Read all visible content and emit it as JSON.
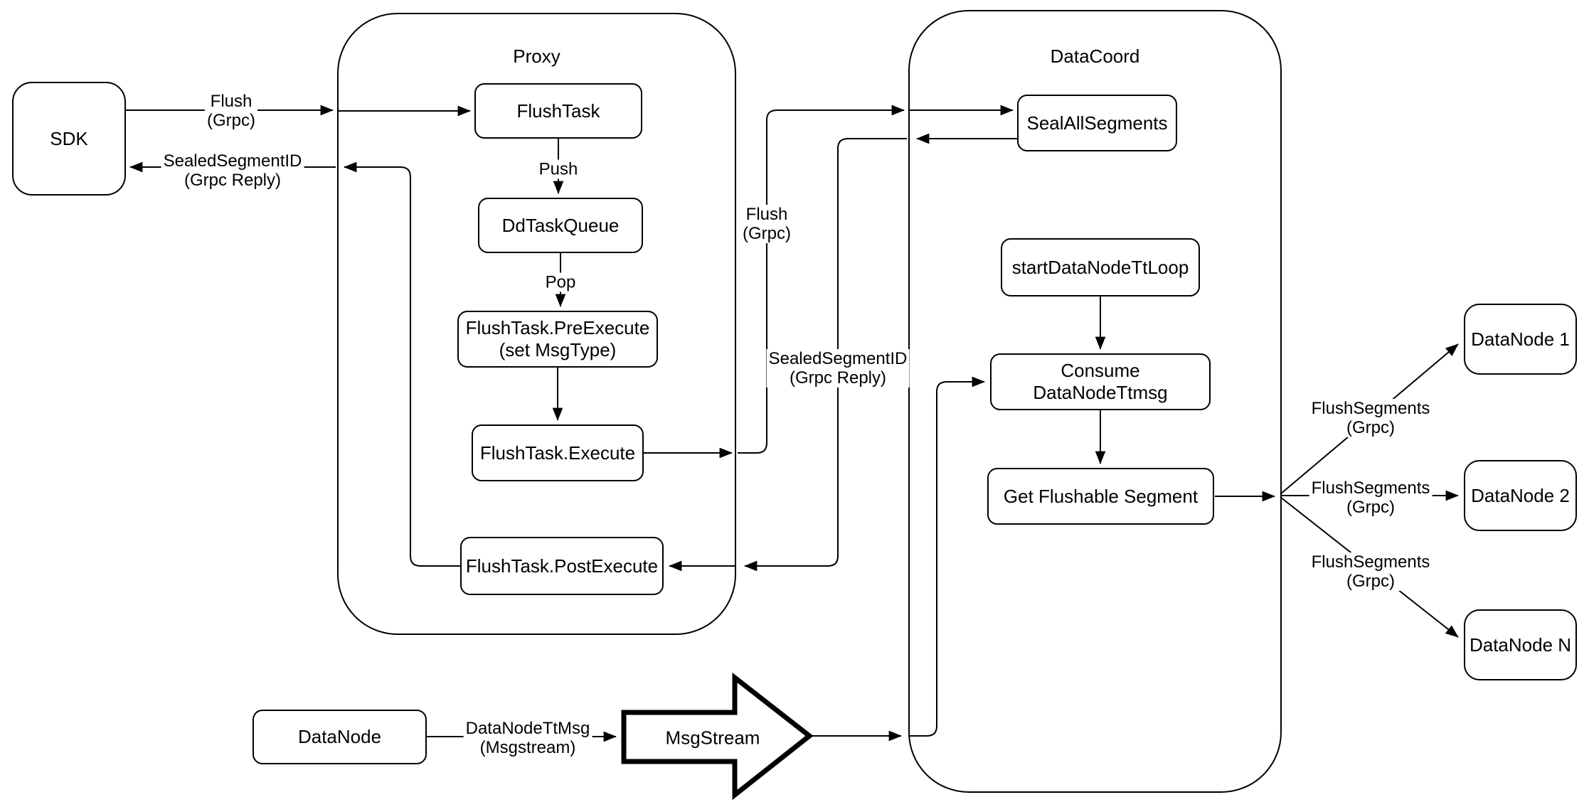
{
  "diagram": {
    "containers": {
      "proxy": {
        "label": "Proxy"
      },
      "datacoord": {
        "label": "DataCoord"
      }
    },
    "nodes": {
      "sdk": {
        "label": "SDK"
      },
      "flush_task": {
        "label": "FlushTask"
      },
      "dd_task_queue": {
        "label": "DdTaskQueue"
      },
      "pre_execute": {
        "label": "FlushTask.PreExecute\n(set MsgType)"
      },
      "execute": {
        "label": "FlushTask.Execute"
      },
      "post_execute": {
        "label": "FlushTask.PostExecute"
      },
      "seal_all_segments": {
        "label": "SealAllSegments"
      },
      "start_datanode_tt_loop": {
        "label": "startDataNodeTtLoop"
      },
      "consume_datanode_ttmsg": {
        "label": "Consume DataNodeTtmsg"
      },
      "get_flushable_segment": {
        "label": "Get Flushable Segment"
      },
      "datanode_1": {
        "label": "DataNode 1"
      },
      "datanode_2": {
        "label": "DataNode 2"
      },
      "datanode_n": {
        "label": "DataNode N"
      },
      "datanode": {
        "label": "DataNode"
      },
      "msgstream": {
        "label": "MsgStream"
      }
    },
    "edge_labels": {
      "flush_grpc_sdk": {
        "text": "Flush\n(Grpc)"
      },
      "sealed_segment_id_sdk": {
        "text": "SealedSegmentID\n(Grpc Reply)"
      },
      "push": {
        "text": "Push"
      },
      "pop": {
        "text": "Pop"
      },
      "flush_grpc_mid": {
        "text": "Flush\n(Grpc)"
      },
      "sealed_segment_id_mid": {
        "text": "SealedSegmentID\n(Grpc Reply)"
      },
      "flush_segments_1": {
        "text": "FlushSegments\n(Grpc)"
      },
      "flush_segments_2": {
        "text": "FlushSegments\n(Grpc)"
      },
      "flush_segments_3": {
        "text": "FlushSegments\n(Grpc)"
      },
      "datanode_ttmsg": {
        "text": "DataNodeTtMsg\n(Msgstream)"
      }
    },
    "colors": {
      "stroke": "#000000",
      "background": "#ffffff"
    }
  }
}
